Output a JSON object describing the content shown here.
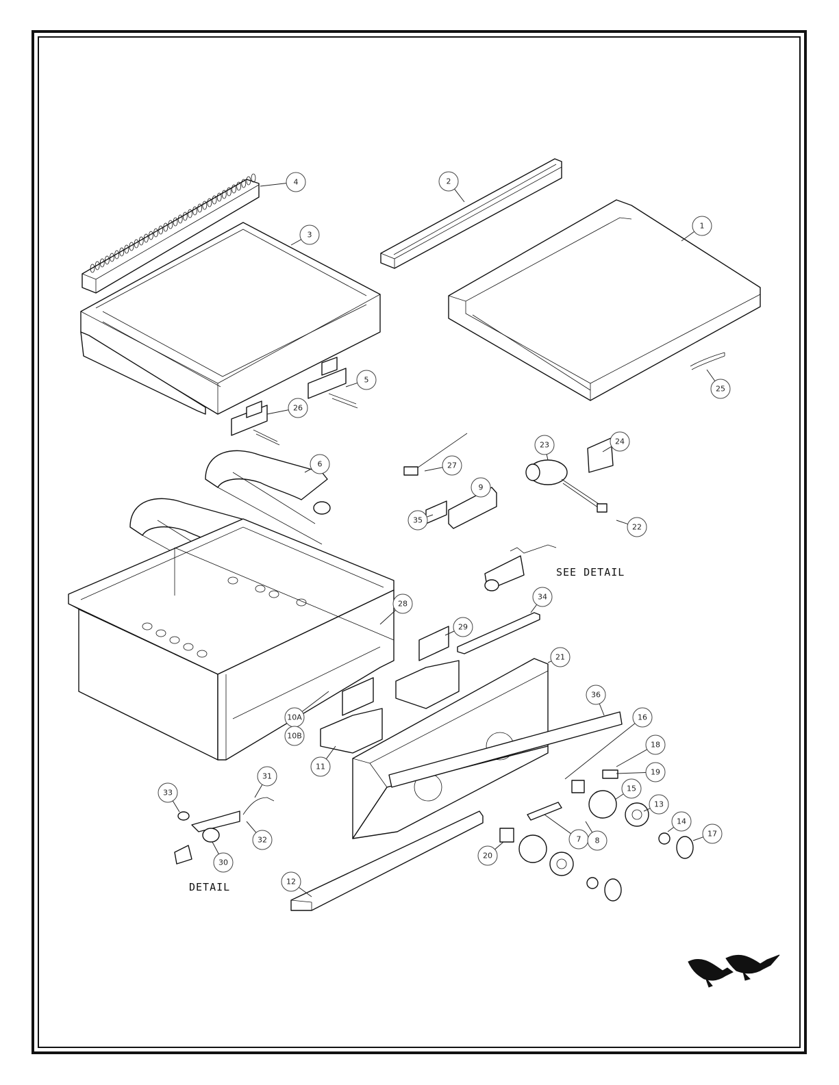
{
  "diagram": {
    "type": "exploded-parts-diagram",
    "colors": {
      "line": "#111111",
      "callout_stroke": "#444444",
      "background": "#ffffff"
    },
    "labels": {
      "see_detail": "SEE DETAIL",
      "detail": "DETAIL"
    },
    "callouts": [
      "1",
      "2",
      "3",
      "4",
      "5",
      "6",
      "7",
      "8",
      "9",
      "10A",
      "10B",
      "11",
      "12",
      "13",
      "14",
      "15",
      "16",
      "17",
      "18",
      "19",
      "20",
      "21",
      "22",
      "23",
      "24",
      "25",
      "26",
      "27",
      "28",
      "29",
      "30",
      "31",
      "32",
      "33",
      "34",
      "35",
      "36"
    ],
    "logo": "eagle-logo"
  }
}
